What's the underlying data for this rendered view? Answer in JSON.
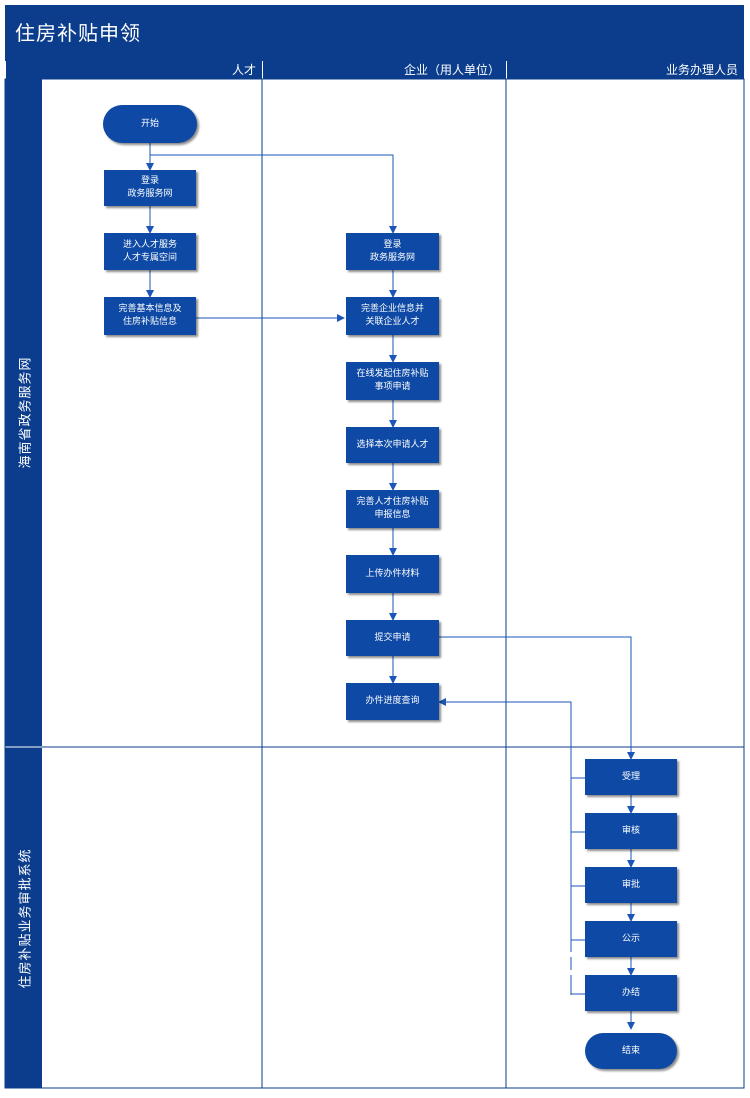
{
  "title": "住房补贴申领",
  "columns": [
    "人才",
    "企业（用人单位）",
    "业务办理人员"
  ],
  "lanes": [
    "海南省政务服务网",
    "住房补贴业务审批系统"
  ],
  "nodes": {
    "start": "开始",
    "talent_login": "登录\n政务服务网",
    "talent_space": "进入人才服务\n人才专属空间",
    "talent_info": "完善基本信息及\n住房补贴信息",
    "ent_login": "登录\n政务服务网",
    "ent_info": "完善企业信息并\n关联企业人才",
    "ent_initiate": "在线发起住房补贴\n事项申请",
    "ent_select": "选择本次申请人才",
    "ent_declare": "完善人才住房补贴\n申报信息",
    "ent_upload": "上传办件材料",
    "ent_submit": "提交申请",
    "ent_query": "办件进度查询",
    "op_accept": "受理",
    "op_review": "审核",
    "op_approve": "审批",
    "op_publicize": "公示",
    "op_complete": "办结",
    "end": "结束"
  },
  "colors": {
    "header": "#0b3d8c",
    "node": "#0e4aa5",
    "line": "#1b56b8"
  }
}
